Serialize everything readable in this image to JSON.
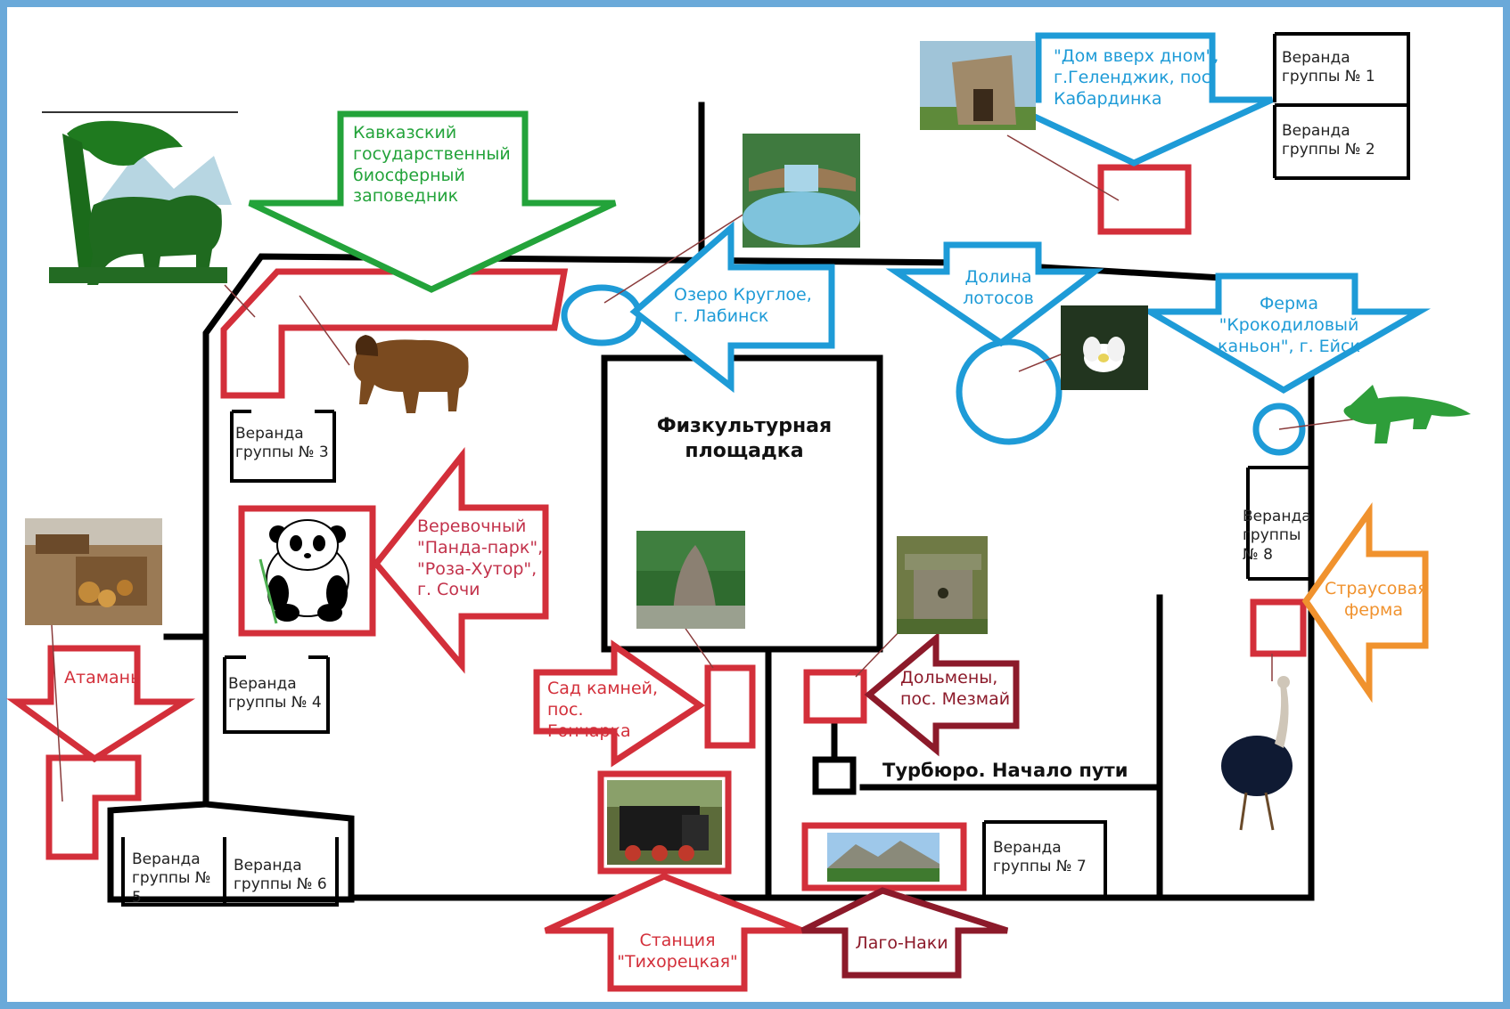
{
  "title": "",
  "colors": {
    "frame_border": "#6aa9d9",
    "walls": "#000000",
    "red": "#d32f3a",
    "blue": "#1e9bd7",
    "green": "#23a33a",
    "dark_red": "#8c1a2a",
    "orange": "#f0922e"
  },
  "places": {
    "fizkultura": "Физкультурная площадка",
    "turburo": "Турбюро. Начало пути"
  },
  "verandas": {
    "v1": "Веранда группы № 1",
    "v2": "Веранда группы № 2",
    "v3": "Веранда группы № 3",
    "v4": "Веранда группы № 4",
    "v5": "Веранда группы № 5",
    "v6": "Веранда группы № 6",
    "v7": "Веранда группы № 7",
    "v8": "Веранда группы № 8"
  },
  "attractions": {
    "kavkaz": "Кавказский государственный биосферный заповедник",
    "dom": "\"Дом вверх дном\", г.Геленджик, пос. Кабардинка",
    "ozero": "Озеро Круглое, г. Лабинск",
    "dolina": "Долина лотосов",
    "ferma": "Ферма \"Крокодиловый каньон\", г. Ейск",
    "straus": "Страусовая ферма",
    "panda": "Веревочный \"Панда-парк\", \"Роза-Хутор\", г. Сочи",
    "ataman": "Атамань",
    "sad": "Сад камней, пос. Гончарка",
    "dolmeny": "Дольмены, пос. Мезмай",
    "stanciya": "Станция \"Тихорецкая\"",
    "lago": "Лаго-Наки"
  },
  "pictures": [
    "bison-logo",
    "bison",
    "panda",
    "ataman-village",
    "rock-garden",
    "dolmen",
    "train",
    "lago-naki",
    "round-lake",
    "upside-house",
    "lotus",
    "crocodile",
    "ostrich"
  ]
}
